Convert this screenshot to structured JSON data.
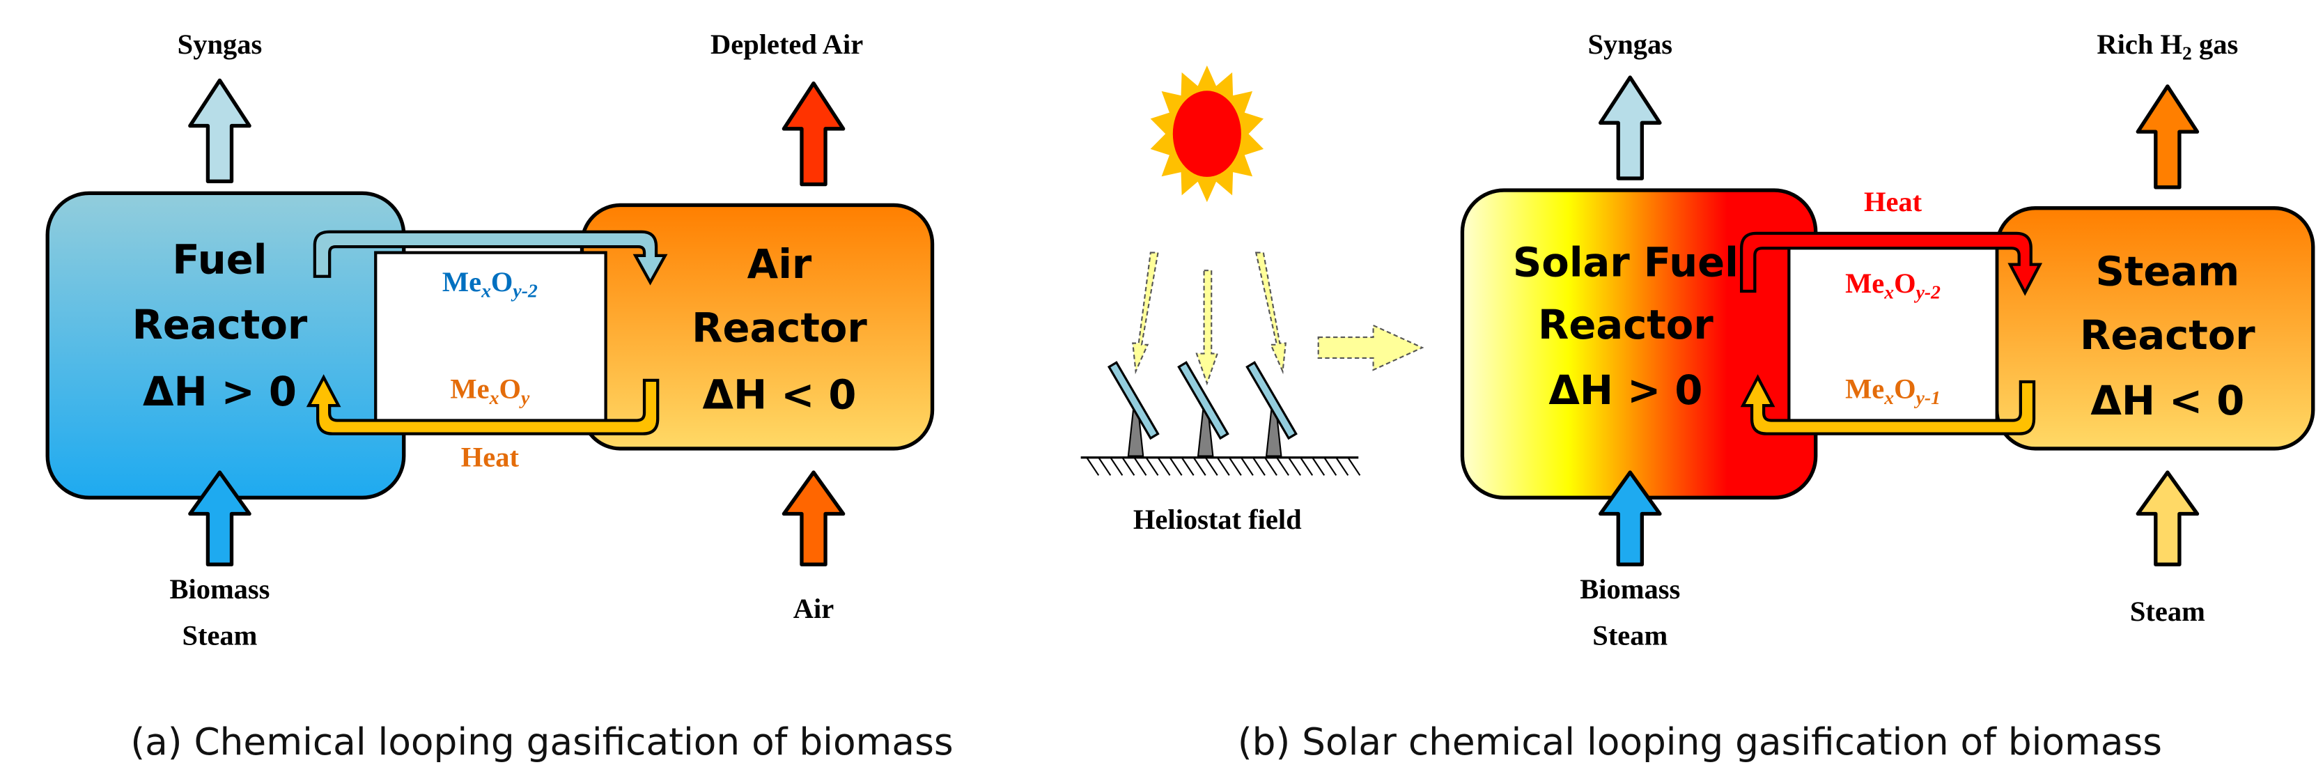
{
  "colors": {
    "fuel_top": "#92cddc",
    "fuel_bottom": "#1eaaf0",
    "air_top": "#ff7f00",
    "air_bottom": "#ffd966",
    "syngas_arrow": "#b7dde8",
    "depleted_air_arrow": "#ff3300",
    "biomass_arrow": "#1eaaf0",
    "air_arrow": "#ff6600",
    "rich_h2_arrow": "#ff7f00",
    "steam_arrow": "#ffd966",
    "loop_blue": "#92cddc",
    "loop_yellow": "#ffc000",
    "loop_red": "#ff0000",
    "text_blue": "#0070c0",
    "text_orange": "#e46c0a",
    "text_red": "#ff0000",
    "sun_core": "#ff0000",
    "sun_rays": "#ffc000",
    "mirror": "#93cddd"
  },
  "panel_a": {
    "top_left_label": "Syngas",
    "top_right_label": "Depleted Air",
    "fuel_reactor": [
      "Fuel",
      "Reactor",
      "ΔH > 0"
    ],
    "air_reactor": [
      "Air",
      "Reactor",
      "ΔH < 0"
    ],
    "oxide_reduced": {
      "me": "Me",
      "x": "x",
      "o": "O",
      "y": "y-2"
    },
    "oxide_oxidized": {
      "me": "Me",
      "x": "x",
      "o": "O",
      "y": "y"
    },
    "heat_label": "Heat",
    "bottom_left_label": [
      "Biomass",
      "Steam"
    ],
    "bottom_right_label": "Air",
    "caption": "(a) Chemical looping gasification of biomass"
  },
  "panel_b": {
    "heliostat_label": "Heliostat field",
    "top_left_label": "Syngas",
    "top_right_label": {
      "pre": "Rich H",
      "sub": "2",
      "post": " gas"
    },
    "fuel_reactor": [
      "Solar Fuel",
      "Reactor",
      "ΔH > 0"
    ],
    "steam_reactor": [
      "Steam",
      "Reactor",
      "ΔH < 0"
    ],
    "heat_label": "Heat",
    "oxide_reduced": {
      "me": "Me",
      "x": "x",
      "o": "O",
      "y": "y-2"
    },
    "oxide_oxidized": {
      "me": "Me",
      "x": "x",
      "o": "O",
      "y": "y-1"
    },
    "bottom_left_label": [
      "Biomass",
      "Steam"
    ],
    "bottom_right_label": "Steam",
    "caption": "(b) Solar chemical looping gasification of biomass"
  }
}
